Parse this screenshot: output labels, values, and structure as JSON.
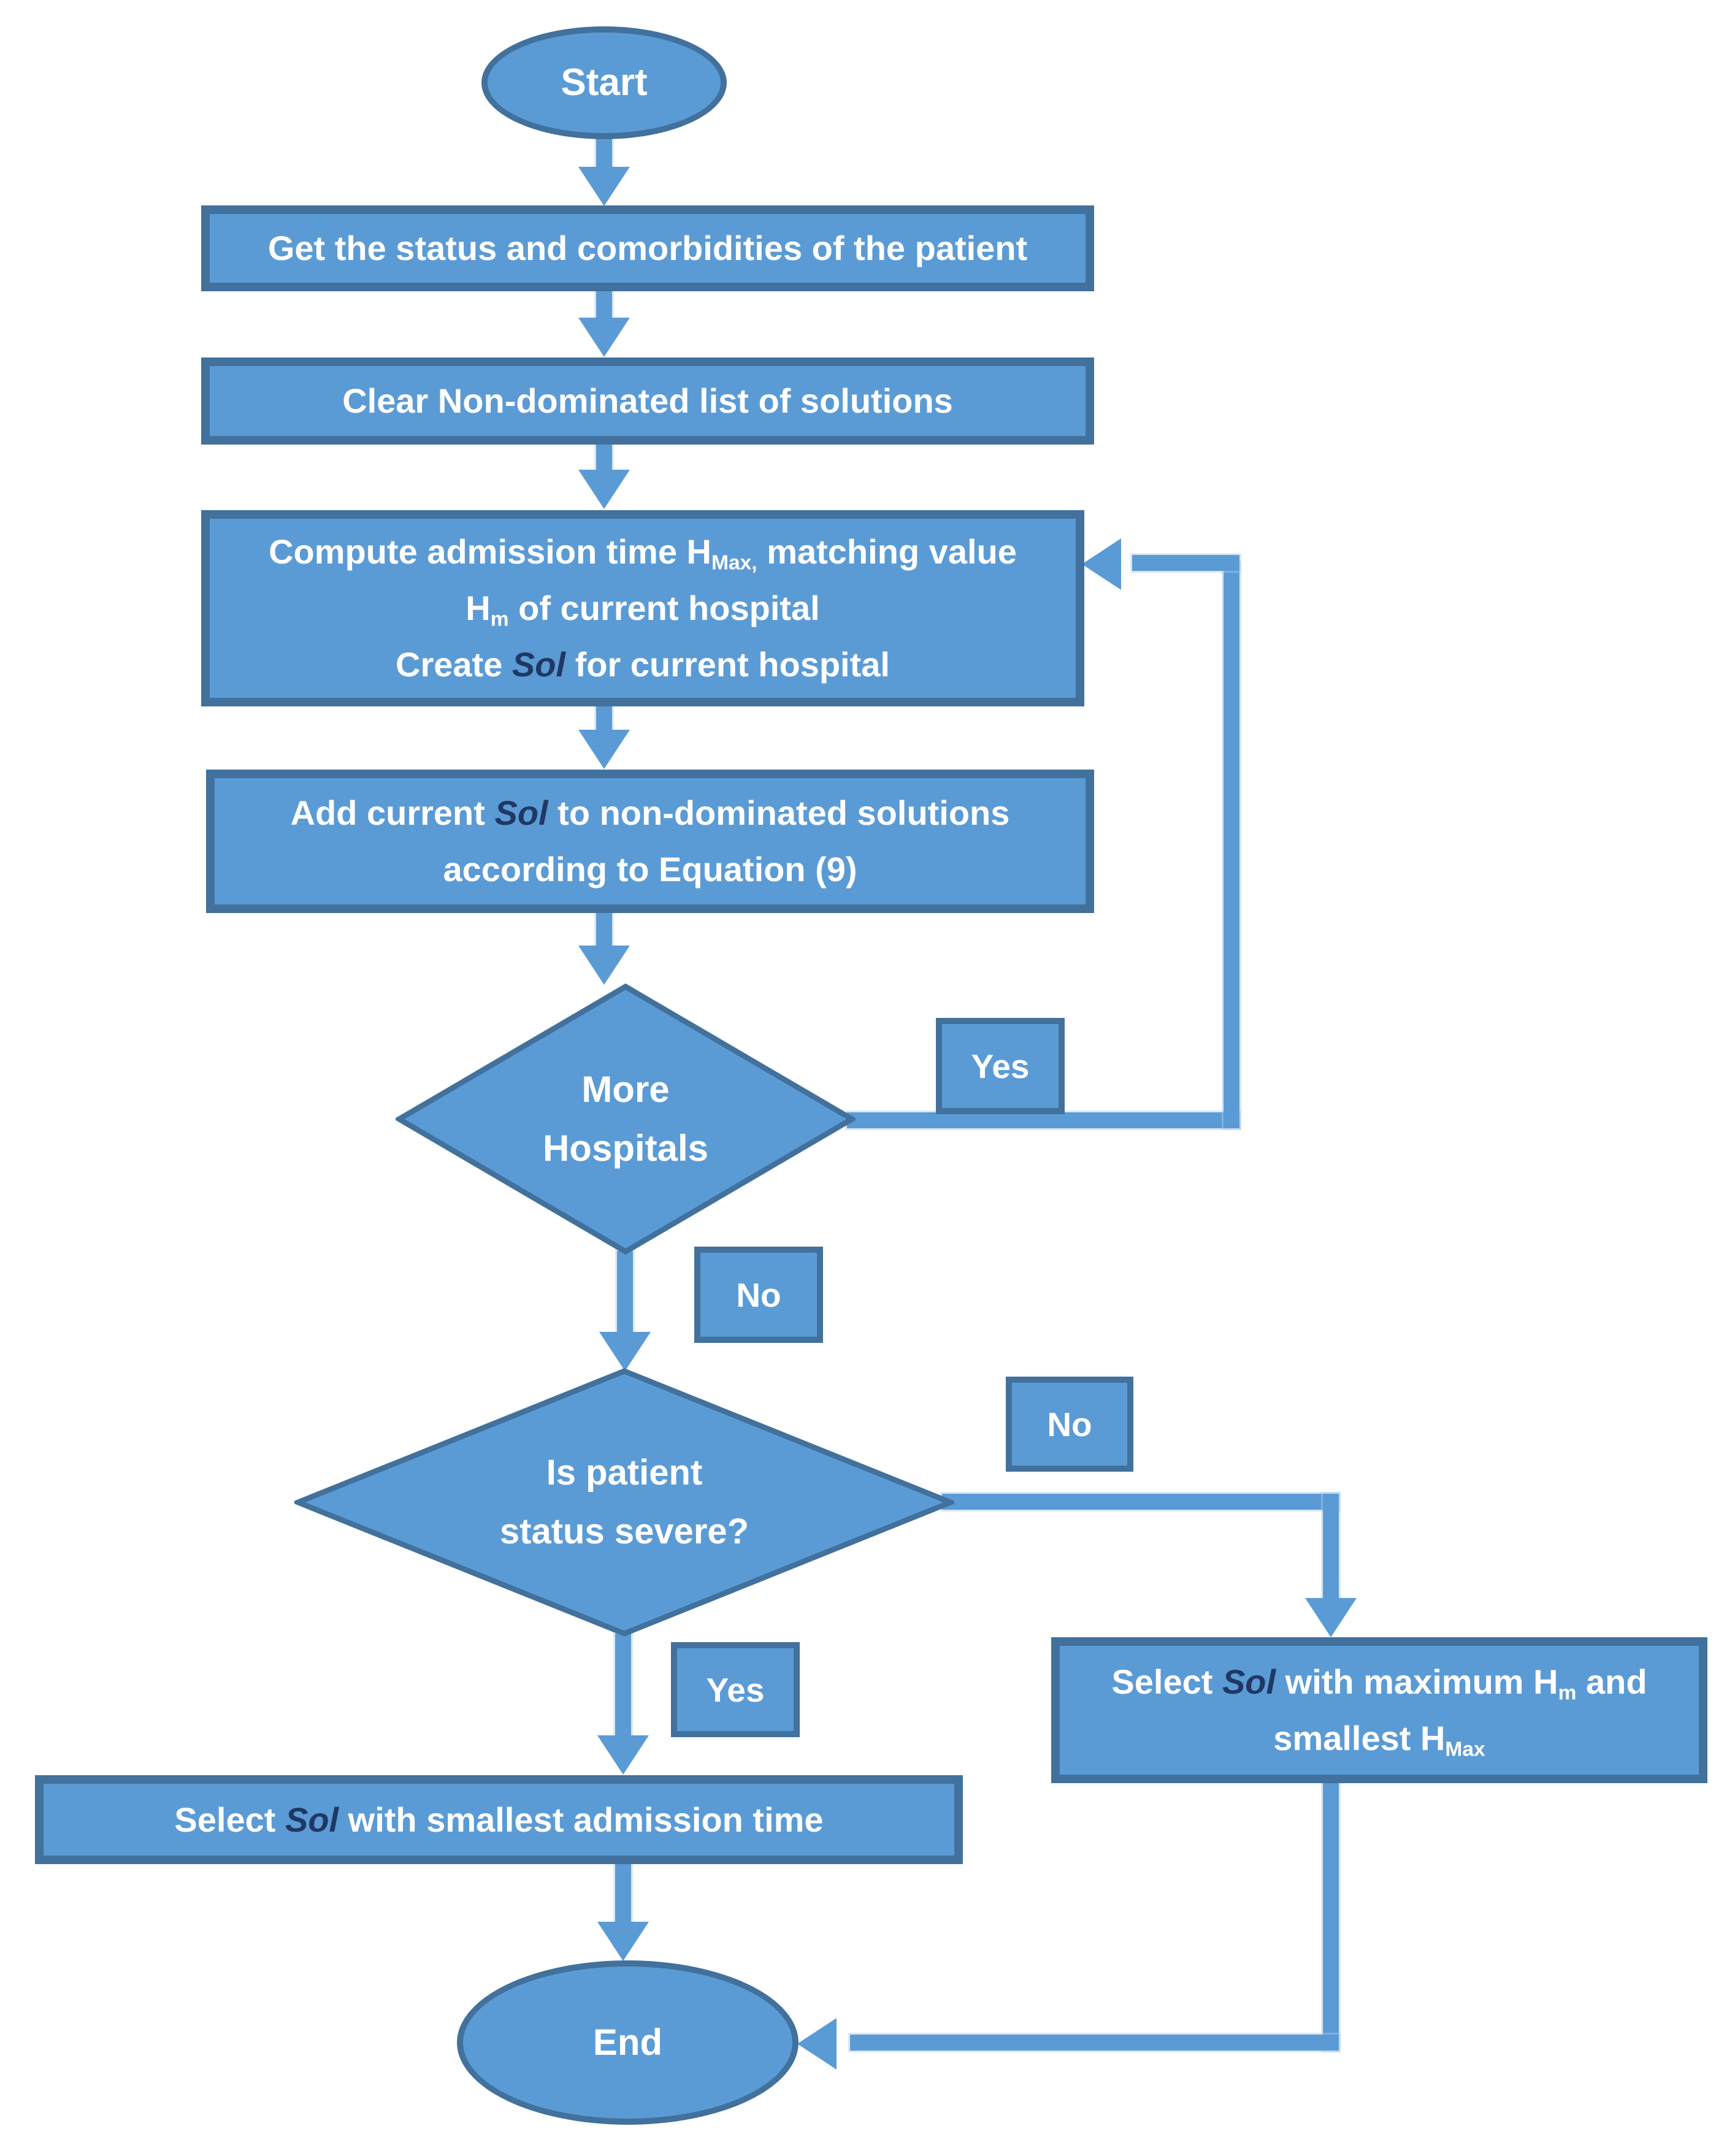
{
  "palette": {
    "shape-fill": "#5b9bd5",
    "shape-border": "#41719c",
    "connector": "#5b9bd5",
    "text": "#ffffff",
    "sol": "#1f3864",
    "background": "#ffffff"
  },
  "flowchart": {
    "start": {
      "label": "Start"
    },
    "end": {
      "label": "End"
    },
    "process_boxes": {
      "get_status": {
        "lines": [
          [
            {
              "text": "Get the status and comorbidities of the patient"
            }
          ]
        ]
      },
      "clear_list": {
        "lines": [
          [
            {
              "text": "Clear Non-dominated list of solutions"
            }
          ]
        ]
      },
      "compute": {
        "lines": [
          [
            {
              "text": "Compute admission time H"
            },
            {
              "text": "Max,",
              "style": "sub"
            },
            {
              "text": " matching value"
            }
          ],
          [
            {
              "text": "H"
            },
            {
              "text": "m",
              "style": "sub"
            },
            {
              "text": " of current hospital"
            }
          ],
          [
            {
              "text": "Create "
            },
            {
              "text": "Sol",
              "style": "sol"
            },
            {
              "text": " for current hospital"
            }
          ]
        ]
      },
      "add_sol": {
        "lines": [
          [
            {
              "text": "Add current "
            },
            {
              "text": "Sol",
              "style": "sol"
            },
            {
              "text": " to non-dominated solutions"
            }
          ],
          [
            {
              "text": "according to Equation (9)"
            }
          ]
        ]
      },
      "select_max": {
        "lines": [
          [
            {
              "text": "Select "
            },
            {
              "text": "Sol",
              "style": "sol"
            },
            {
              "text": " with maximum H"
            },
            {
              "text": "m",
              "style": "sub"
            },
            {
              "text": " and"
            }
          ],
          [
            {
              "text": "smallest H"
            },
            {
              "text": "Max",
              "style": "sub"
            }
          ]
        ]
      },
      "select_smallest": {
        "lines": [
          [
            {
              "text": "Select "
            },
            {
              "text": "Sol",
              "style": "sol"
            },
            {
              "text": " with smallest admission time"
            }
          ]
        ]
      }
    },
    "decisions": {
      "more_hospitals": {
        "lines": [
          "More",
          "Hospitals"
        ]
      },
      "patient_severe": {
        "lines": [
          "Is patient",
          "status severe?"
        ]
      }
    },
    "edge_labels": {
      "more_hospitals_yes": "Yes",
      "more_hospitals_no": "No",
      "patient_severe_no": "No",
      "patient_severe_yes": "Yes"
    }
  }
}
